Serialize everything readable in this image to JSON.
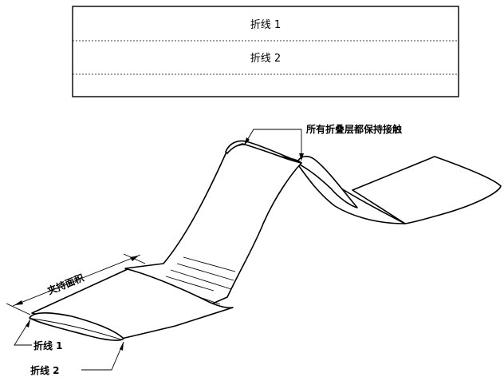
{
  "fold_strip": {
    "line1_label": "折线 1",
    "line2_label": "折线 2"
  },
  "illustration": {
    "contact_callout": "所有折叠层都保持接触",
    "clamp_area_label": "夹持面积",
    "fold_line_1_label": "折线 1",
    "fold_line_2_label": "折线 2"
  }
}
